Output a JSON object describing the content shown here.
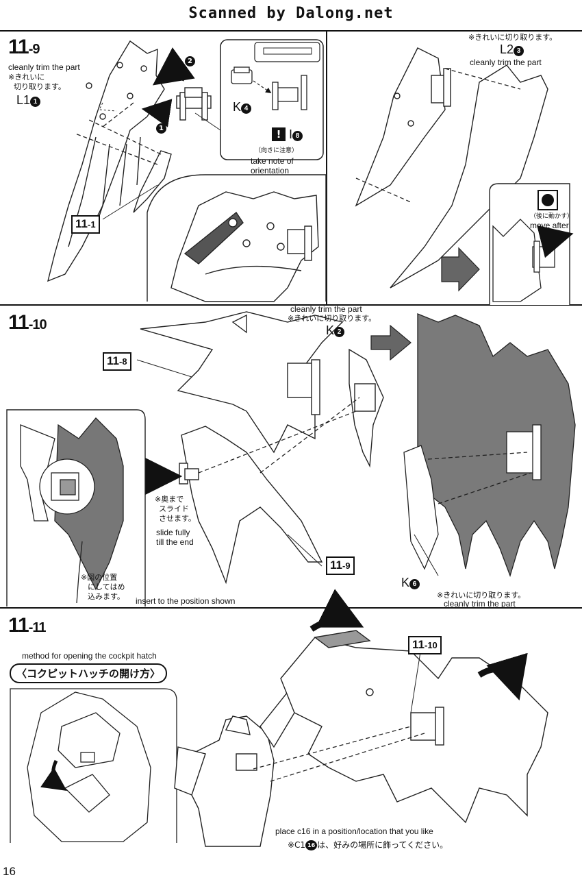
{
  "banner": "Scanned by Dalong.net",
  "page_number": "16",
  "step_9": {
    "num": "11",
    "sub": "-9",
    "trim_en": "cleanly trim the part",
    "trim_jp_1": "※きれいに",
    "trim_jp_2": "切り取ります。",
    "part_l1": "L1",
    "part_l1_n": "1",
    "arrow_1": "1",
    "arrow_2": "2",
    "part_k4": "K",
    "part_k4_n": "4",
    "part_i8": "I",
    "part_i8_n": "8",
    "orient_jp": "（向きに注意）",
    "orient_en_1": "take note of",
    "orient_en_2": "orientation",
    "ref_box_num": "11",
    "ref_box_sub": "-1",
    "trim_right_jp": "※きれいに切り取ります。",
    "part_l2": "L2",
    "part_l2_n": "3",
    "trim_right_en": "cleanly trim the part",
    "move_jp": "（後に動かす）",
    "move_en": "move after"
  },
  "step_10": {
    "num": "11",
    "sub": "-10",
    "trim_en": "cleanly trim the part",
    "trim_jp": "※きれいに切り取ります。",
    "part_k2": "K",
    "part_k2_n": "2",
    "ref_box_a_num": "11",
    "ref_box_a_sub": "-8",
    "slide_jp_1": "※奥まで",
    "slide_jp_2": "スライド",
    "slide_jp_3": "させます。",
    "slide_en_1": "slide fully",
    "slide_en_2": "till the end",
    "ref_box_b_num": "11",
    "ref_box_b_sub": "-9",
    "pos_jp_1": "※図の位置",
    "pos_jp_2": "にしてはめ",
    "pos_jp_3": "込みます。",
    "pos_en": "insert to the position shown",
    "part_k6": "K",
    "part_k6_n": "6",
    "trim2_jp": "※きれいに切り取ります。",
    "trim2_en": "cleanly trim the part"
  },
  "step_11": {
    "num": "11",
    "sub": "-11",
    "hatch_en": "method for opening the cockpit hatch",
    "hatch_jp": "〈コクピットハッチの開け方〉",
    "ref_box_num": "11",
    "ref_box_sub": "-10",
    "place_en": "place c16 in a position/location that you like",
    "place_jp_pre": "※C1",
    "place_jp_n": "16",
    "place_jp_post": "は、好みの場所に飾ってください。"
  }
}
